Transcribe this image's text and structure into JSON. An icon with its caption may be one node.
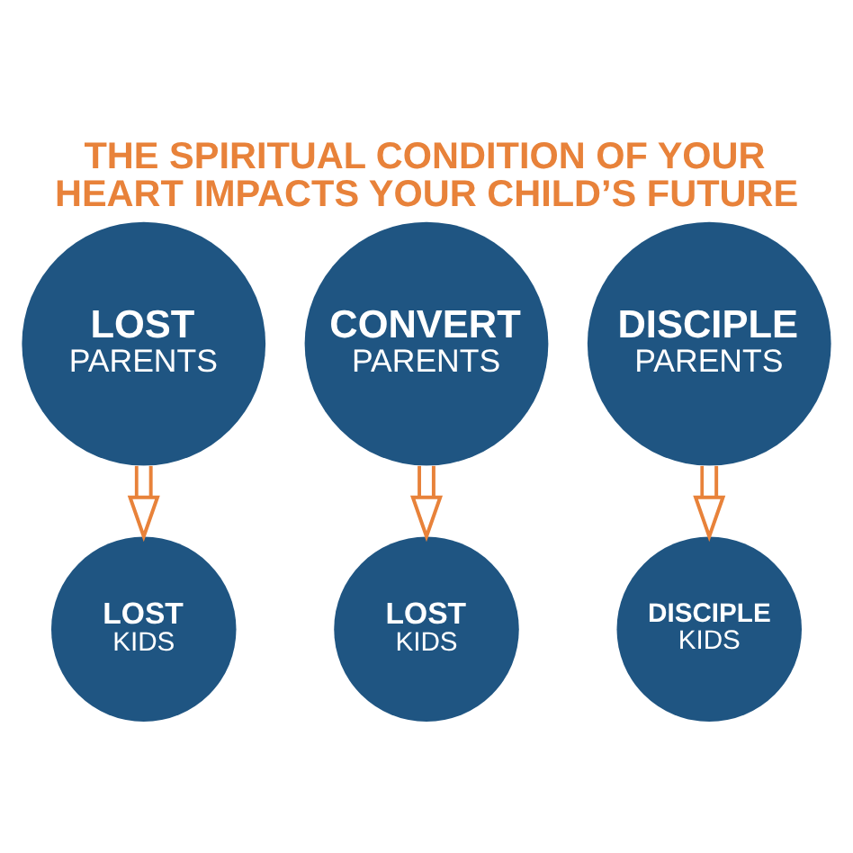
{
  "diagram": {
    "title": "THE SPIRITUAL CONDITION OF YOUR HEART IMPACTS YOUR CHILD’S FUTURE",
    "nodes": [
      {
        "text": [
          "LOST",
          "PARENTS"
        ]
      },
      {
        "text": [
          "CONVERT",
          "PARENTS"
        ]
      },
      {
        "text": [
          "DISCIPLE",
          "PARENTS"
        ]
      },
      {
        "text": [
          "LOST",
          "KIDS"
        ]
      },
      {
        "text": [
          "LOST",
          "KIDS"
        ]
      },
      {
        "text": [
          "DISCIPLE",
          "KIDS"
        ]
      }
    ],
    "edges": [
      {
        "from": 0,
        "to": 3,
        "arrow": "to"
      },
      {
        "from": 1,
        "to": 4,
        "arrow": "to"
      },
      {
        "from": 2,
        "to": 5,
        "arrow": "to"
      }
    ]
  }
}
